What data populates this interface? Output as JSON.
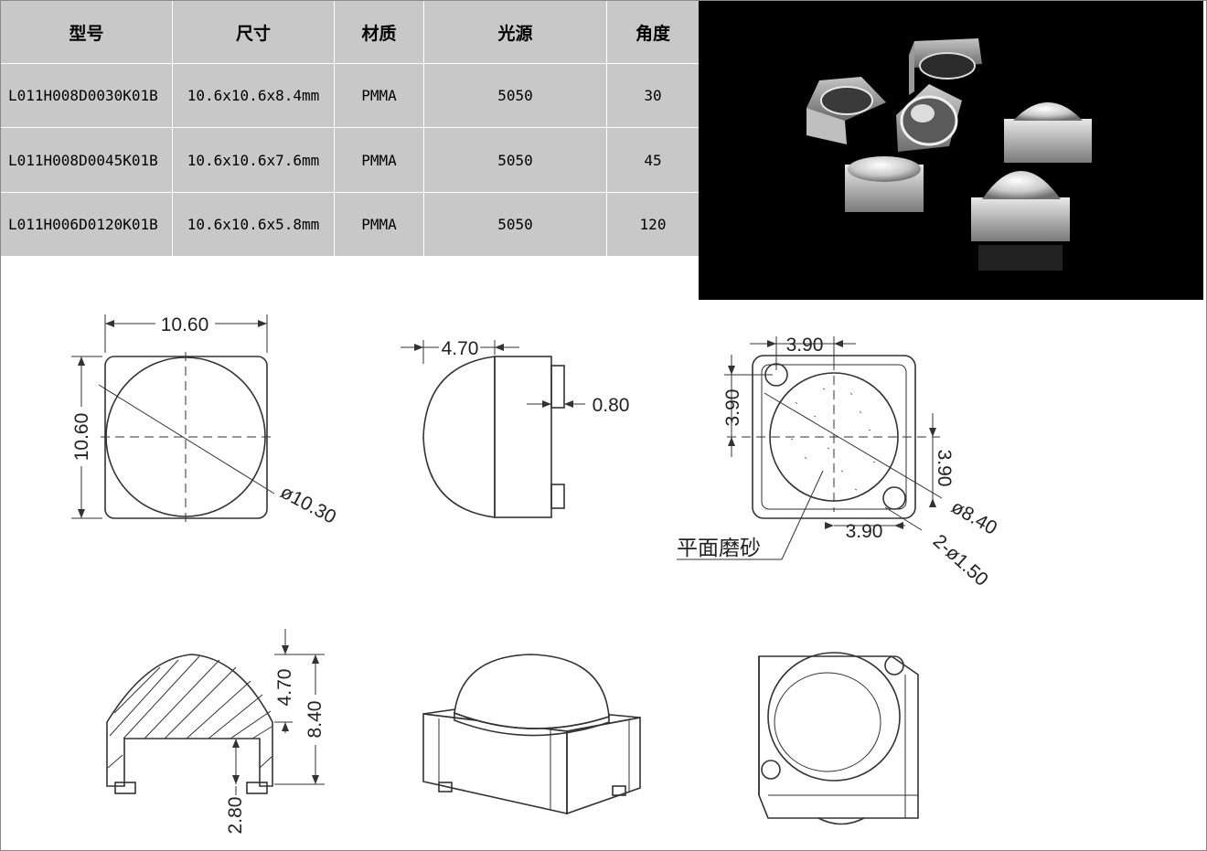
{
  "table": {
    "headers": [
      "型号",
      "尺寸",
      "材质",
      "光源",
      "角度"
    ],
    "rows": [
      [
        "L011H008D0030K01B",
        "10.6x10.6x8.4mm",
        "PMMA",
        "5050",
        "30"
      ],
      [
        "L011H008D0045K01B",
        "10.6x10.6x7.6mm",
        "PMMA",
        "5050",
        "45"
      ],
      [
        "L011H006D0120K01B",
        "10.6x10.6x5.8mm",
        "PMMA",
        "5050",
        "120"
      ]
    ]
  },
  "drawing": {
    "top_view": {
      "width": "10.60",
      "height": "10.60",
      "diameter": "ø10.30"
    },
    "side_view": {
      "dome_height": "4.70",
      "foot_height": "0.80"
    },
    "bottom_view": {
      "pitch_top": "3.90",
      "pitch_left": "3.90",
      "pitch_right": "3.90",
      "pitch_bottom": "3.90",
      "lens_diameter": "ø8.40",
      "hole_spec": "2-ø1.50",
      "surface_note": "平面磨砂"
    },
    "section_view": {
      "dome_height": "4.70",
      "total_height": "8.40",
      "cavity_height": "2.80"
    }
  }
}
